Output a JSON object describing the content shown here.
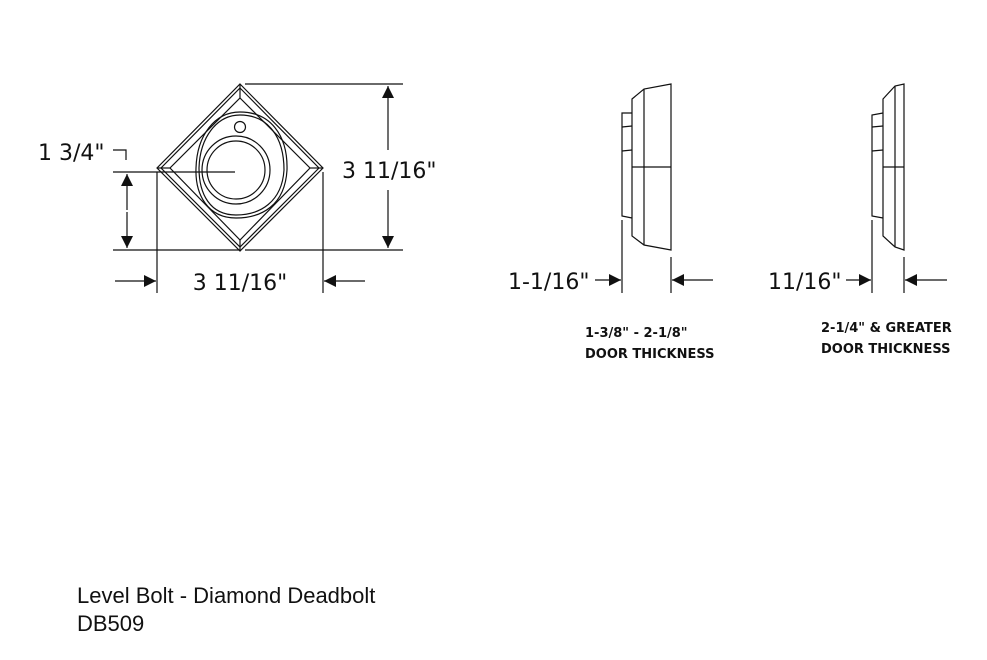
{
  "front_view": {
    "height_dim": "3 11/16\"",
    "width_dim": "3 11/16\"",
    "center_dim": "1 3/4\""
  },
  "side_view_standard": {
    "projection_dim": "1-1/16\"",
    "door_range": "1-3/8\" - 2-1/8\"",
    "door_label": "DOOR THICKNESS"
  },
  "side_view_thick": {
    "projection_dim": "11/16\"",
    "door_range": "2-1/4\" & GREATER",
    "door_label": "DOOR THICKNESS"
  },
  "caption": {
    "product": "Level Bolt - Diamond Deadbolt",
    "model": "DB509"
  }
}
